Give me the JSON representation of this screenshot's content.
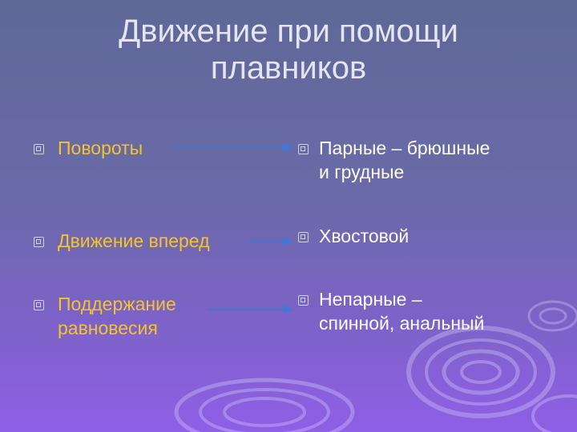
{
  "slide": {
    "title_line1": "Движение при помощи",
    "title_line2": "плавников",
    "left_items": [
      {
        "line1": "Повороты"
      },
      {
        "line1": "Движение вперед"
      },
      {
        "line1": "Поддержание",
        "line2": "равновесия"
      }
    ],
    "right_items": [
      {
        "line1": "Парные – брюшные",
        "line2": "и грудные"
      },
      {
        "line1": "Хвостовой"
      },
      {
        "line1": "Непарные –",
        "line2": "спинной, анальный"
      }
    ]
  },
  "colors": {
    "background_top": "#5f6897",
    "background_bottom": "#8f5fe6",
    "title": "#e3e5f1",
    "left_text": "#f3c42c",
    "right_text": "#ffffff",
    "arrow": "#3f78d8"
  }
}
